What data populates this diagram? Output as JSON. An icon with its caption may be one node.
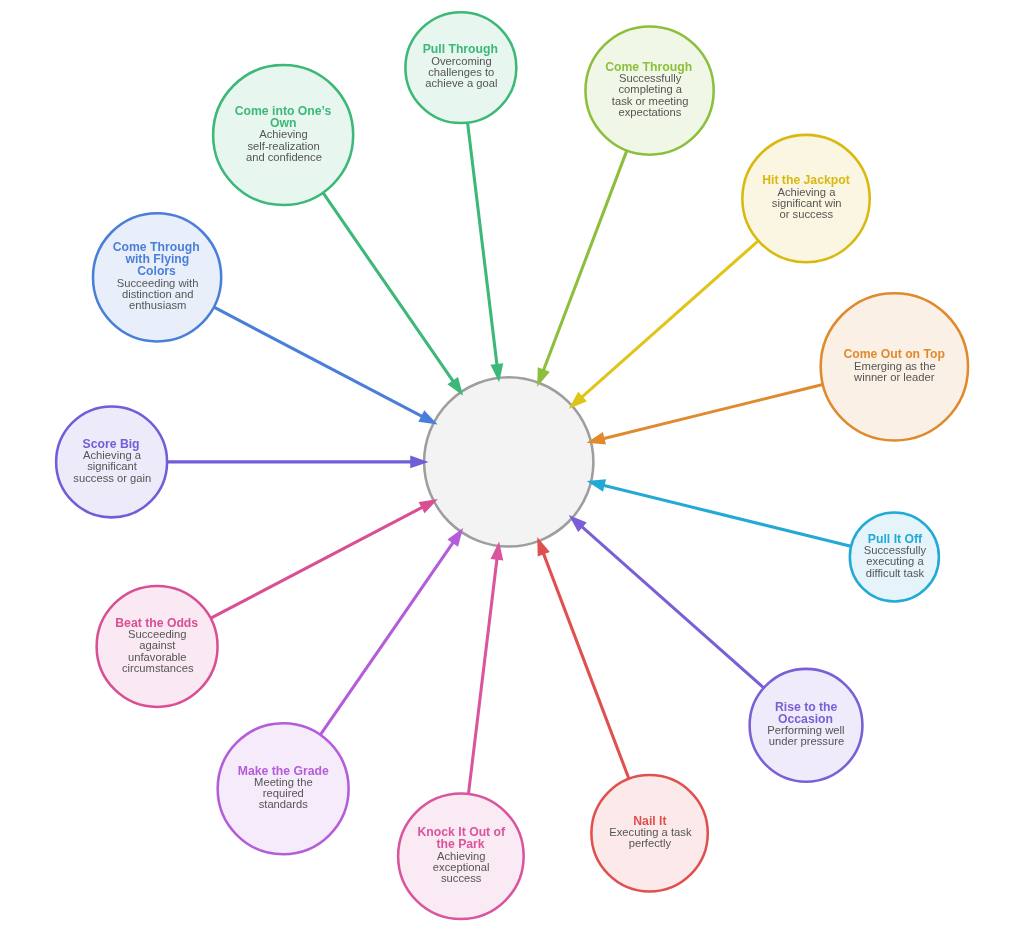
{
  "diagram": {
    "nodes": [
      {
        "text": [],
        "shape": "circle"
      },
      {
        "text": [
          "Pull Through",
          "Overcoming challenges to achieve a goal"
        ]
      },
      {
        "text": [
          "Come Through",
          "Successfully completing a task or meeting expectations"
        ]
      },
      {
        "text": [
          "Hit the Jackpot",
          "Achieving a significant win or success"
        ]
      },
      {
        "text": [
          "Come Out on Top",
          "Emerging as the winner or leader"
        ]
      },
      {
        "text": [
          "Pull It Off",
          "Successfully executing a difficult task"
        ]
      },
      {
        "text": [
          "Rise to the Occasion",
          "Performing well under pressure"
        ]
      },
      {
        "text": [
          "Nail It",
          "Executing a task perfectly"
        ]
      },
      {
        "text": [
          "Knock It Out of the Park",
          "Achieving exceptional success"
        ]
      },
      {
        "text": [
          "Make the Grade",
          "Meeting the required standards"
        ]
      },
      {
        "text": [
          "Beat the Odds",
          "Succeeding against unfavorable circumstances"
        ]
      },
      {
        "text": [
          "Score Big",
          "Achieving a significant success or gain"
        ]
      },
      {
        "text": [
          "Come Through with Flying Colors",
          "Succeeding with distinction and enthusiasm"
        ]
      },
      {
        "text": [
          "Come into One’s Own",
          "Achieving self-realization and confidence"
        ]
      }
    ],
    "edges": [
      {
        "from": 1,
        "to": 0,
        "arrow": "to",
        "color": "#3cb878"
      },
      {
        "from": 2,
        "to": 0,
        "arrow": "to",
        "color": "#8bbf3c"
      },
      {
        "from": 3,
        "to": 0,
        "arrow": "to",
        "color": "#e0c417"
      },
      {
        "from": 4,
        "to": 0,
        "arrow": "to",
        "color": "#e08a2e"
      },
      {
        "from": 5,
        "to": 0,
        "arrow": "to",
        "color": "#22a9d6"
      },
      {
        "from": 6,
        "to": 0,
        "arrow": "to",
        "color": "#7a5fd6"
      },
      {
        "from": 7,
        "to": 0,
        "arrow": "to",
        "color": "#e0504e"
      },
      {
        "from": 8,
        "to": 0,
        "arrow": "to",
        "color": "#d9559d"
      },
      {
        "from": 9,
        "to": 0,
        "arrow": "to",
        "color": "#b45cd9"
      },
      {
        "from": 10,
        "to": 0,
        "arrow": "to",
        "color": "#d94f94"
      },
      {
        "from": 11,
        "to": 0,
        "arrow": "to",
        "color": "#6e5fd9"
      },
      {
        "from": 12,
        "to": 0,
        "arrow": "to",
        "color": "#4a7fd9"
      },
      {
        "from": 13,
        "to": 0,
        "arrow": "to",
        "color": "#3cb878"
      }
    ]
  }
}
